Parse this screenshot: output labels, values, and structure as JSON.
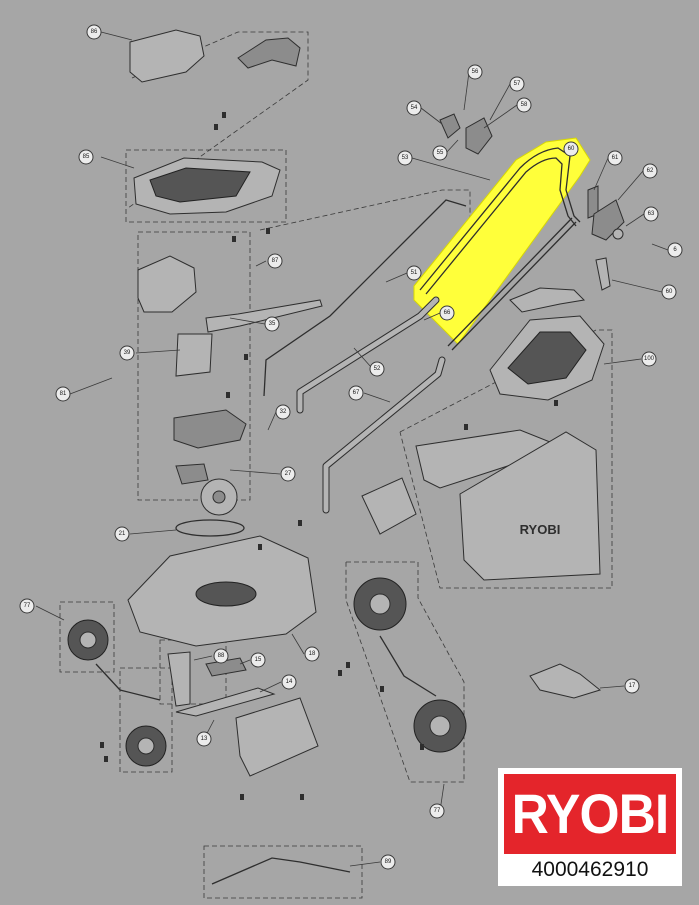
{
  "brand": {
    "name": "RYOBI",
    "model_number": "4000462910",
    "brand_red": "#e4252b"
  },
  "bag_brand": "RYOBI",
  "highlight": {
    "part": "60",
    "color": "#ffff3a"
  },
  "callouts": [
    "86",
    "56",
    "57",
    "54",
    "58",
    "55",
    "53",
    "60",
    "61",
    "62",
    "63",
    "6",
    "85",
    "87",
    "51",
    "66",
    "60",
    "35",
    "39",
    "52",
    "81",
    "100",
    "67",
    "32",
    "27",
    "21",
    "77",
    "88",
    "15",
    "18",
    "14",
    "13",
    "17",
    "77",
    "89"
  ]
}
